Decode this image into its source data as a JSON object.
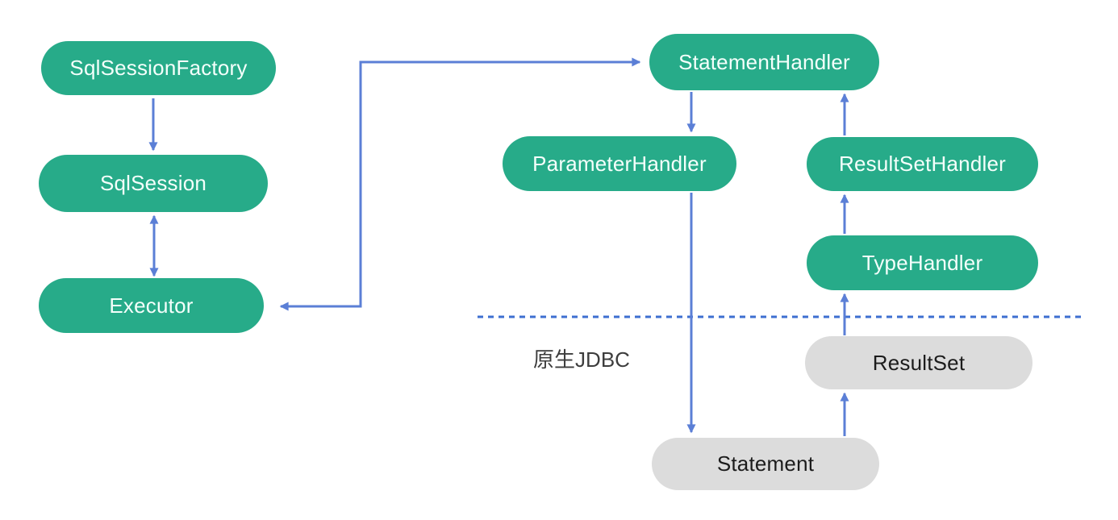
{
  "diagram": {
    "type": "architecture-flow",
    "topic": "MyBatis execution flow over native JDBC",
    "nodes": {
      "sql_session_factory": {
        "label": "SqlSessionFactory",
        "kind": "mybatis-component"
      },
      "sql_session": {
        "label": "SqlSession",
        "kind": "mybatis-component"
      },
      "executor": {
        "label": "Executor",
        "kind": "mybatis-component"
      },
      "statement_handler": {
        "label": "StatementHandler",
        "kind": "mybatis-component"
      },
      "parameter_handler": {
        "label": "ParameterHandler",
        "kind": "mybatis-component"
      },
      "result_set_handler": {
        "label": "ResultSetHandler",
        "kind": "mybatis-component"
      },
      "type_handler": {
        "label": "TypeHandler",
        "kind": "mybatis-component"
      },
      "result_set": {
        "label": "ResultSet",
        "kind": "jdbc-object"
      },
      "statement": {
        "label": "Statement",
        "kind": "jdbc-object"
      }
    },
    "separator": {
      "label": "原生JDBC"
    },
    "edges": [
      {
        "from": "SqlSessionFactory",
        "to": "SqlSession",
        "style": "arrow"
      },
      {
        "from": "SqlSession",
        "to": "Executor",
        "style": "double-arrow"
      },
      {
        "from": "Executor",
        "to": "StatementHandler",
        "style": "elbow-double-arrow"
      },
      {
        "from": "StatementHandler",
        "to": "ParameterHandler",
        "style": "arrow"
      },
      {
        "from": "ResultSetHandler",
        "to": "StatementHandler",
        "style": "arrow"
      },
      {
        "from": "TypeHandler",
        "to": "ResultSetHandler",
        "style": "arrow"
      },
      {
        "from": "ResultSet",
        "to": "TypeHandler",
        "style": "arrow"
      },
      {
        "from": "ParameterHandler",
        "to": "Statement",
        "style": "arrow"
      },
      {
        "from": "Statement",
        "to": "ResultSet",
        "style": "arrow"
      }
    ],
    "colors": {
      "component_green": "#27ab89",
      "jdbc_gray": "#dcdcdc",
      "arrow_blue": "#5b7fd6",
      "separator_dotted_blue": "#3e6fd1",
      "green_text": "#f4fffb",
      "gray_text": "#1c1c1c",
      "separator_text": "#3d3d3d"
    }
  }
}
